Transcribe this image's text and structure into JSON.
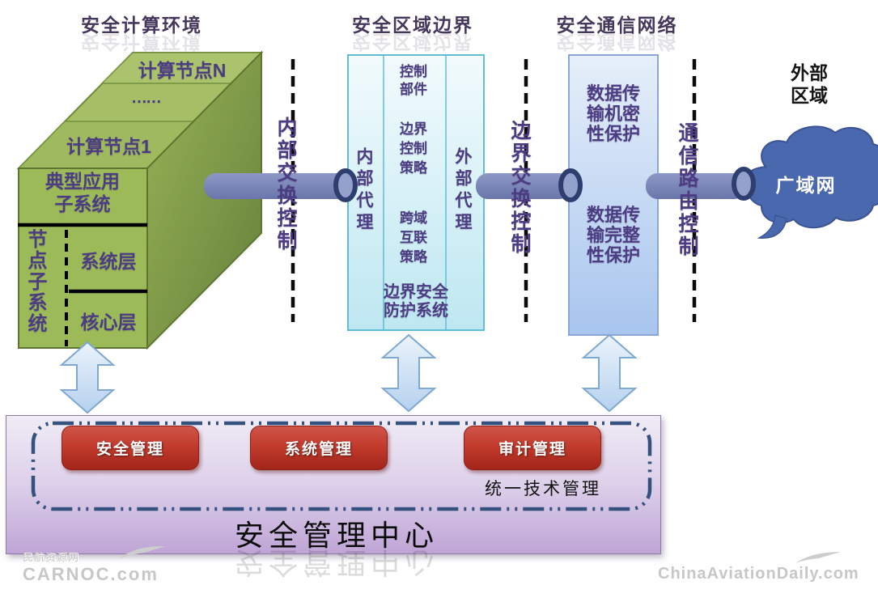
{
  "titles": {
    "computing_env": "安全计算环境",
    "area_boundary": "安全区域边界",
    "comm_network": "安全通信网络"
  },
  "computing_env": {
    "node_n": "计算节点N",
    "dots": "……",
    "node_1": "计算节点1",
    "typical_app": "典型应用\n子系统",
    "node_subsystem": "节点子系统",
    "system_layer": "系统层",
    "core_layer": "核心层"
  },
  "flow_labels": {
    "internal_exchange": "内部交换控制",
    "boundary_exchange": "边界交换控制",
    "comm_route": "通信路由控制",
    "external_area": "外部\n区域"
  },
  "boundary_box": {
    "internal_agent": "内部代理",
    "control_component": "控制\n部件",
    "boundary_policy": "边界\n控制\n策略",
    "cross_domain_policy": "跨域\n互联\n策略",
    "external_agent": "外部代理",
    "caption": "边界安全\n防护系统"
  },
  "network_box": {
    "confidentiality": "数据传\n输机密\n性保护",
    "integrity": "数据传\n输完整\n性保护"
  },
  "cloud": {
    "label": "广域网"
  },
  "management": {
    "buttons": [
      {
        "label": "安全管理"
      },
      {
        "label": "系统管理"
      },
      {
        "label": "审计管理"
      }
    ],
    "unified": "统一技术管理",
    "center_title": "安全管理中心"
  },
  "watermarks": {
    "left_small": "民航资源网",
    "left_big": "CARNOC.com",
    "right": "ChinaAviationDaily.com"
  },
  "colors": {
    "green_face": "#9cba58",
    "green_side_dark": "#67823a",
    "boundary_border": "#62bcd4",
    "network_border": "#8aa6d8",
    "pipe": "#7480b5",
    "ring": "#2e3e6f",
    "button_red": "#b93025",
    "panel_purple": "#bfa5d6",
    "purple_text": "#4c3c82",
    "cloud_blue": "#4a68ae"
  }
}
